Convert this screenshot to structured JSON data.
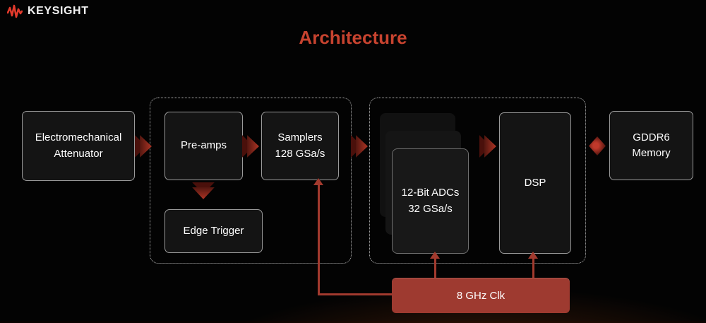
{
  "header": {
    "brand": "KEYSIGHT",
    "title": "Architecture"
  },
  "blocks": {
    "attenuator": "Electromechanical\nAttenuator",
    "preamps": "Pre-amps",
    "samplers": "Samplers\n128 GSa/s",
    "edge_trigger": "Edge Trigger",
    "adcs": "12-Bit ADCs\n32 GSa/s",
    "dsp": "DSP",
    "memory": "GDDR6\nMemory",
    "clock": "8 GHz Clk"
  },
  "connections": [
    {
      "from": "attenuator",
      "to": "front-end-group",
      "type": "chevron-right"
    },
    {
      "from": "preamps",
      "to": "samplers",
      "type": "chevron-right"
    },
    {
      "from": "preamps",
      "to": "edge-trigger",
      "type": "chevron-down"
    },
    {
      "from": "front-end-group",
      "to": "digitizer-group",
      "type": "chevron-right"
    },
    {
      "from": "adcs",
      "to": "dsp",
      "type": "chevron-right"
    },
    {
      "from": "digitizer-group",
      "to": "memory",
      "type": "bidirectional"
    },
    {
      "from": "clock",
      "to": "samplers",
      "type": "arrow-up"
    },
    {
      "from": "clock",
      "to": "adcs",
      "type": "arrow-up"
    },
    {
      "from": "clock",
      "to": "dsp",
      "type": "arrow-up"
    }
  ],
  "colors": {
    "title_accent": "#c7432f",
    "clock_box": "#9e3a30",
    "arrow": "#a23a2e",
    "logo_red": "#e23a2c",
    "box_border": "#9a9a9a",
    "box_fill": "#141414"
  }
}
